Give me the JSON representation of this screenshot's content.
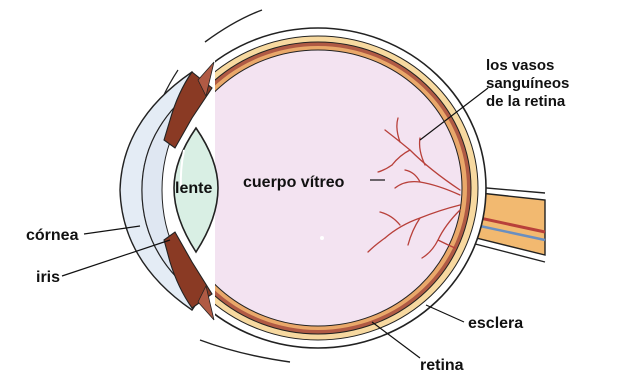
{
  "labels": {
    "vessels": [
      "los vasos",
      "sanguíneos",
      "de la retina"
    ],
    "lens": "lente",
    "vitreous": "cuerpo vítreo",
    "cornea": "córnea",
    "iris": "iris",
    "sclera": "esclera",
    "retina": "retina"
  },
  "colors": {
    "vitreous": "#f3e3f1",
    "cornea": "#e4ecf5",
    "lens": "#d9efe4",
    "sclera": "#f7d9a0",
    "choroid": "#b05a44",
    "iris": "#8a3a24",
    "vessels": "#b8403a",
    "nerve": "#f2b970",
    "outline": "#222222"
  }
}
